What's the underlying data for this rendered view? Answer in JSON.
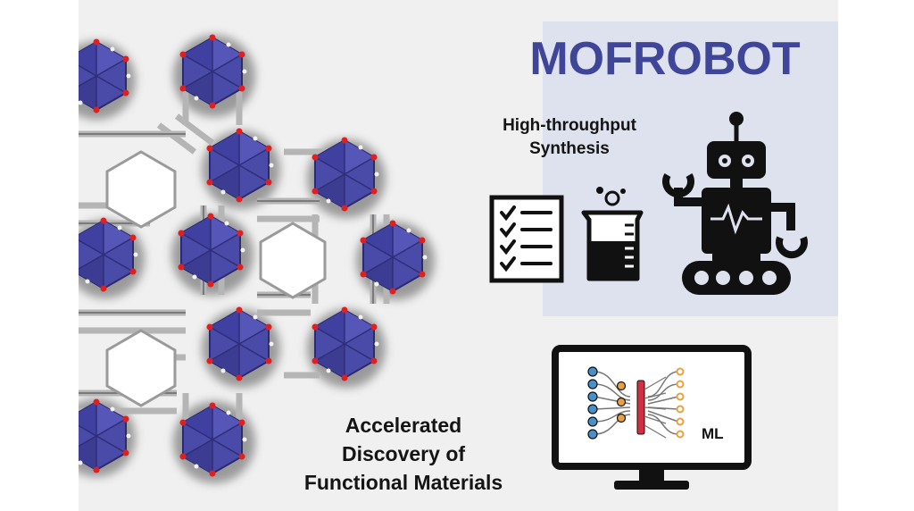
{
  "title": "MOFROBOT",
  "synthesis": {
    "line1": "High-throughput",
    "line2": "Synthesis"
  },
  "discovery": {
    "line1": "Accelerated",
    "line2": "Discovery of",
    "line3": "Functional Materials"
  },
  "monitor": {
    "label": "ML"
  },
  "colors": {
    "accent": "#3f4699",
    "panel": "#dee2ee",
    "polyhedron": "#4a4aa8",
    "oxygen": "#e02020",
    "strut": "#b5b5b5",
    "node_blue": "#4a90c8",
    "node_orange": "#e8a040",
    "node_red": "#d23040"
  },
  "icons": [
    "mof-framework-illustration",
    "checklist-icon",
    "beaker-icon",
    "robot-icon",
    "monitor-icon",
    "neural-network-icon"
  ]
}
